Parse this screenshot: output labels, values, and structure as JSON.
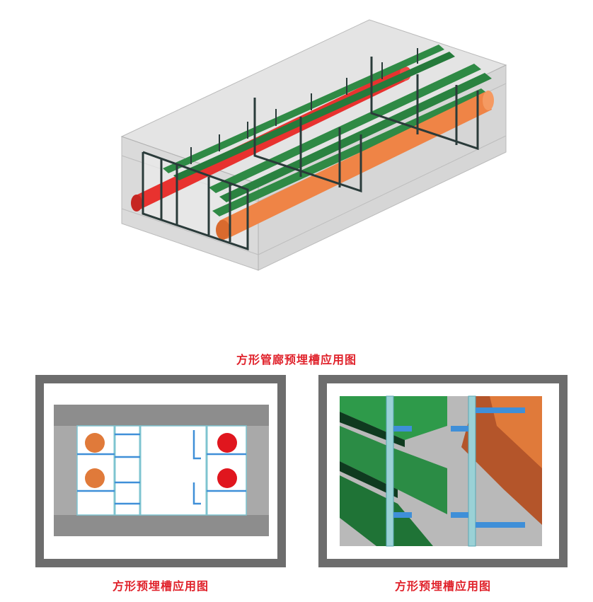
{
  "top_figure": {
    "caption": "方形管廊预埋槽应用图"
  },
  "left_figure": {
    "caption": "方形预埋槽应用图"
  },
  "right_figure": {
    "caption": "方形预埋槽应用图"
  },
  "colors": {
    "caption_red": "#e0222b",
    "frame_gray": "#6d6d6d",
    "concrete": "#d9d9d9",
    "pipe_red": "#e8322f",
    "pipe_orange": "#ef8446",
    "tray_green": "#2f8a45",
    "channel_dark": "#2a3b3a",
    "channel_blue": "#3f8fd8",
    "cable_green": "#2e9a4a",
    "pipe_brown": "#b4552a"
  }
}
